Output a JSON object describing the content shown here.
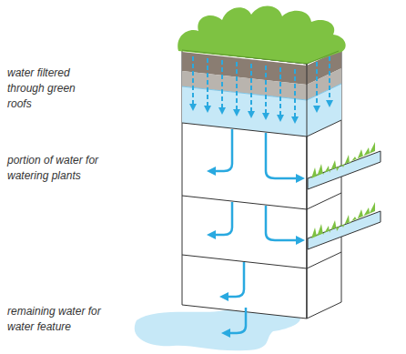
{
  "diagram": {
    "labels": [
      "water filtered through green roofs",
      "portion of water for watering plants",
      "remaining water for water feature"
    ]
  }
}
